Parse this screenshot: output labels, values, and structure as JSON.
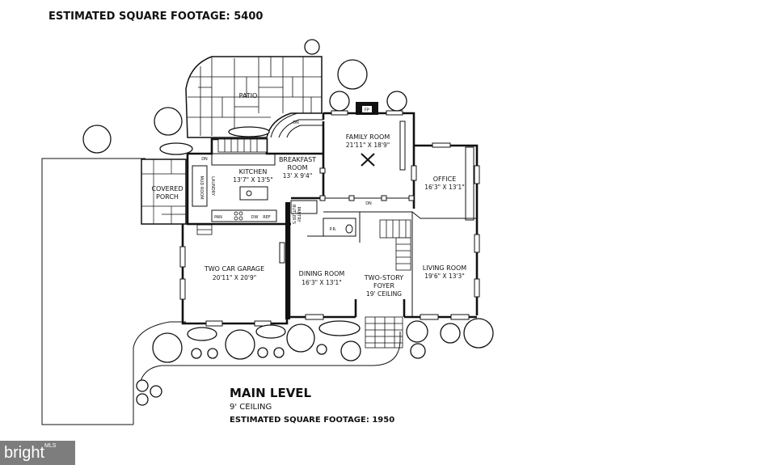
{
  "header": {
    "top_text": "ESTIMATED SQUARE FOOTAGE: 5400"
  },
  "level": {
    "name": "MAIN LEVEL",
    "ceiling": "9' CEILING",
    "footage": "ESTIMATED SQUARE FOOTAGE: 1950"
  },
  "rooms": {
    "patio": "PATIO",
    "family_room": {
      "name": "FAMILY ROOM",
      "dim": "21'11\" X 18'9\""
    },
    "breakfast_room": {
      "name": "BREAKFAST",
      "name2": "ROOM",
      "dim": "13' X 9'4\""
    },
    "kitchen": {
      "name": "KITCHEN",
      "dim": "13'7\" X 13'5\""
    },
    "covered_porch": {
      "name": "COVERED",
      "name2": "PORCH"
    },
    "office": {
      "name": "OFFICE",
      "dim": "16'3\" X 13'1\""
    },
    "garage": {
      "name": "TWO CAR GARAGE",
      "dim": "20'11\" X 20'9\""
    },
    "dining_room": {
      "name": "DINING ROOM",
      "dim": "16'3\" X 13'1\""
    },
    "foyer": {
      "name": "TWO-STORY",
      "name2": "FOYER",
      "dim": "19' CEILING"
    },
    "living_room": {
      "name": "LIVING ROOM",
      "dim": "19'6\" X 13'3\""
    },
    "laundry": "LAUNDRY",
    "mud_room": "MUD ROOM",
    "butlers_pantry": "BUTLER'S",
    "butlers_pantry2": "PANTRY",
    "powder_room": "P.R.",
    "fireplace": "FP"
  },
  "labels": {
    "dn": "DN",
    "ref": "REF",
    "dw": "DW",
    "pan": "PAN"
  },
  "watermark": {
    "brand": "bright",
    "suffix": "MLS"
  }
}
